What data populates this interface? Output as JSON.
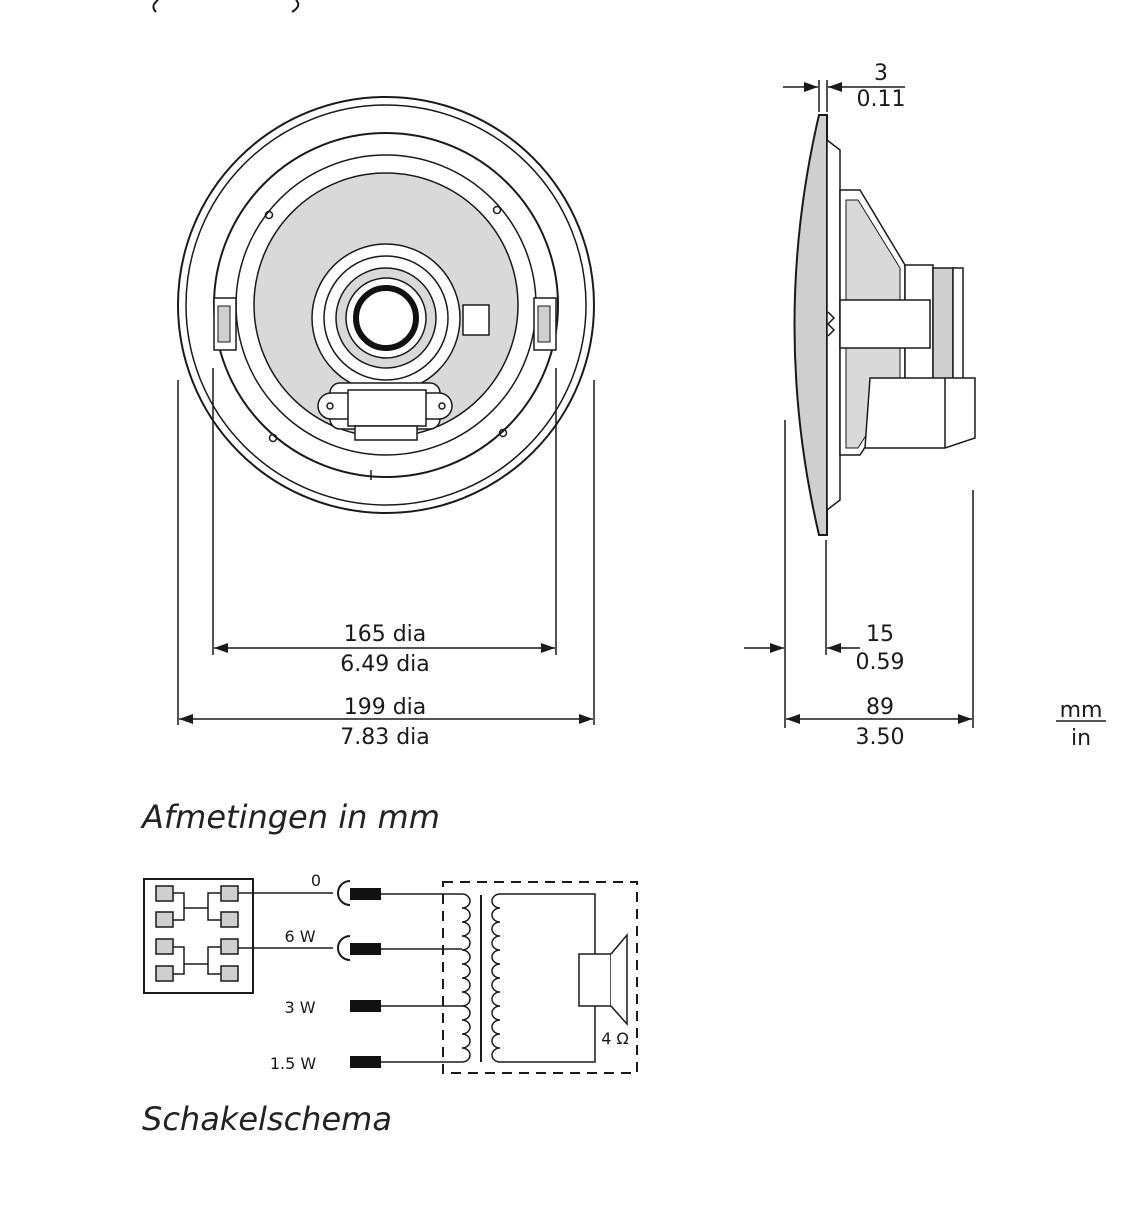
{
  "front_view": {
    "inner_dim_mm": "165 dia",
    "inner_dim_in": "6.49 dia",
    "outer_dim_mm": "199 dia",
    "outer_dim_in": "7.83 dia"
  },
  "side_view": {
    "rim_mm": "3",
    "rim_in": "0.11",
    "flange_mm": "15",
    "flange_in": "0.59",
    "depth_mm": "89",
    "depth_in": "3.50"
  },
  "units": {
    "top": "mm",
    "bottom": "in"
  },
  "dimensions_caption": "Afmetingen in mm",
  "schematic": {
    "taps": [
      "0",
      "6 W",
      "3 W",
      "1.5 W"
    ],
    "impedance": "4 Ω"
  },
  "schematic_caption": "Schakelschema"
}
